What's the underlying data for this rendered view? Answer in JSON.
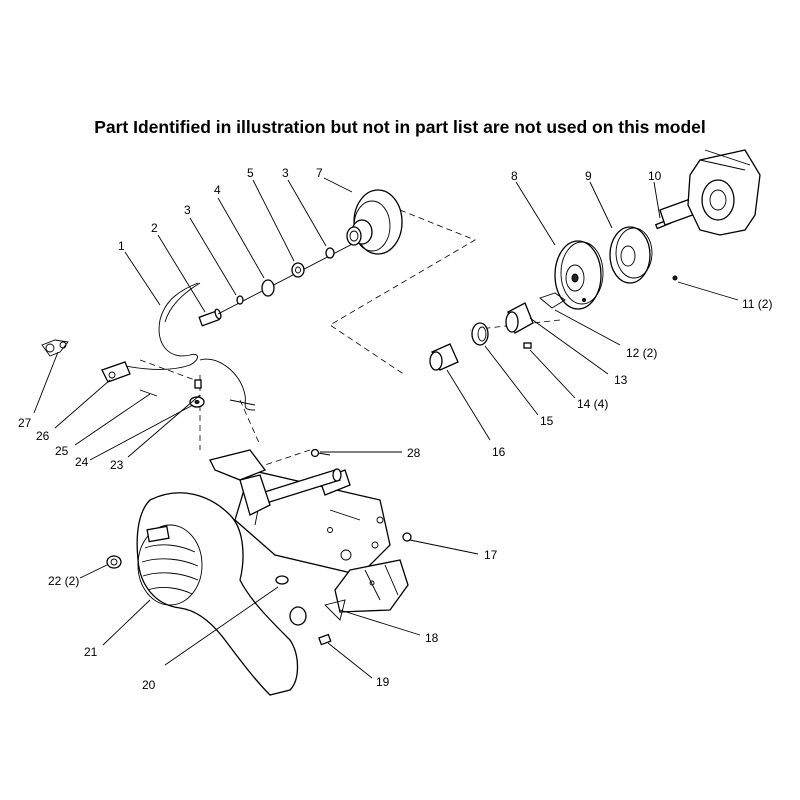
{
  "header": {
    "title": "Part Identified in illustration but not in part list are not used on this model"
  },
  "callouts": {
    "c1": "1",
    "c2": "2",
    "c3a": "3",
    "c3b": "3",
    "c4": "4",
    "c5": "5",
    "c7": "7",
    "c8": "8",
    "c9": "9",
    "c10": "10",
    "c11": "11 (2)",
    "c12": "12 (2)",
    "c13": "13",
    "c14": "14 (4)",
    "c15": "15",
    "c16": "16",
    "c17": "17",
    "c18": "18",
    "c19": "19",
    "c20": "20",
    "c21": "21",
    "c22": "22 (2)",
    "c23": "23",
    "c24": "24",
    "c25": "25",
    "c26": "26",
    "c27": "27",
    "c28": "28"
  }
}
